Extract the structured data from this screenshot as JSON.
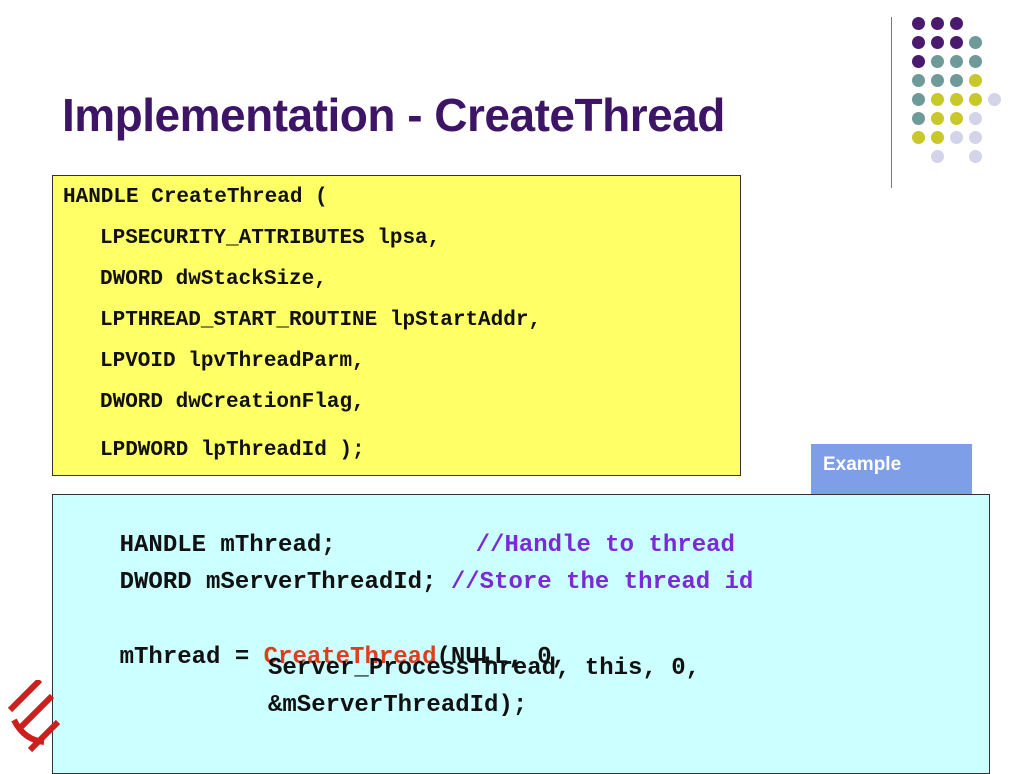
{
  "slide": {
    "title": "Implementation - CreateThread"
  },
  "prototype_box": {
    "lines": [
      "HANDLE CreateThread (",
      "LPSECURITY_ATTRIBUTES lpsa,",
      "DWORD dwStackSize,",
      "LPTHREAD_START_ROUTINE lpStartAddr,",
      "LPVOID lpvThreadParm,",
      "DWORD dwCreationFlag,",
      "LPDWORD lpThreadId );"
    ]
  },
  "example_tab": {
    "label": "Example"
  },
  "example_box": {
    "line1_code": "HANDLE mThread;",
    "line1_comment": "//Handle to thread",
    "line2_code": "DWORD mServerThreadId;",
    "line2_comment": "//Store the thread id",
    "line3_prefix": "mThread = ",
    "line3_func": "CreateThread",
    "line3_suffix": "(NULL, 0,",
    "line4": "Server_ProcessThread, this, 0,",
    "line5": "&mServerThreadId);"
  },
  "decor": {
    "dot_colors": {
      "purple": "#4b1a6e",
      "teal": "#6f9a9a",
      "olive": "#c8c82a",
      "lavender": "#d3d3ea"
    },
    "logo_icon": "red-logo-icon"
  }
}
